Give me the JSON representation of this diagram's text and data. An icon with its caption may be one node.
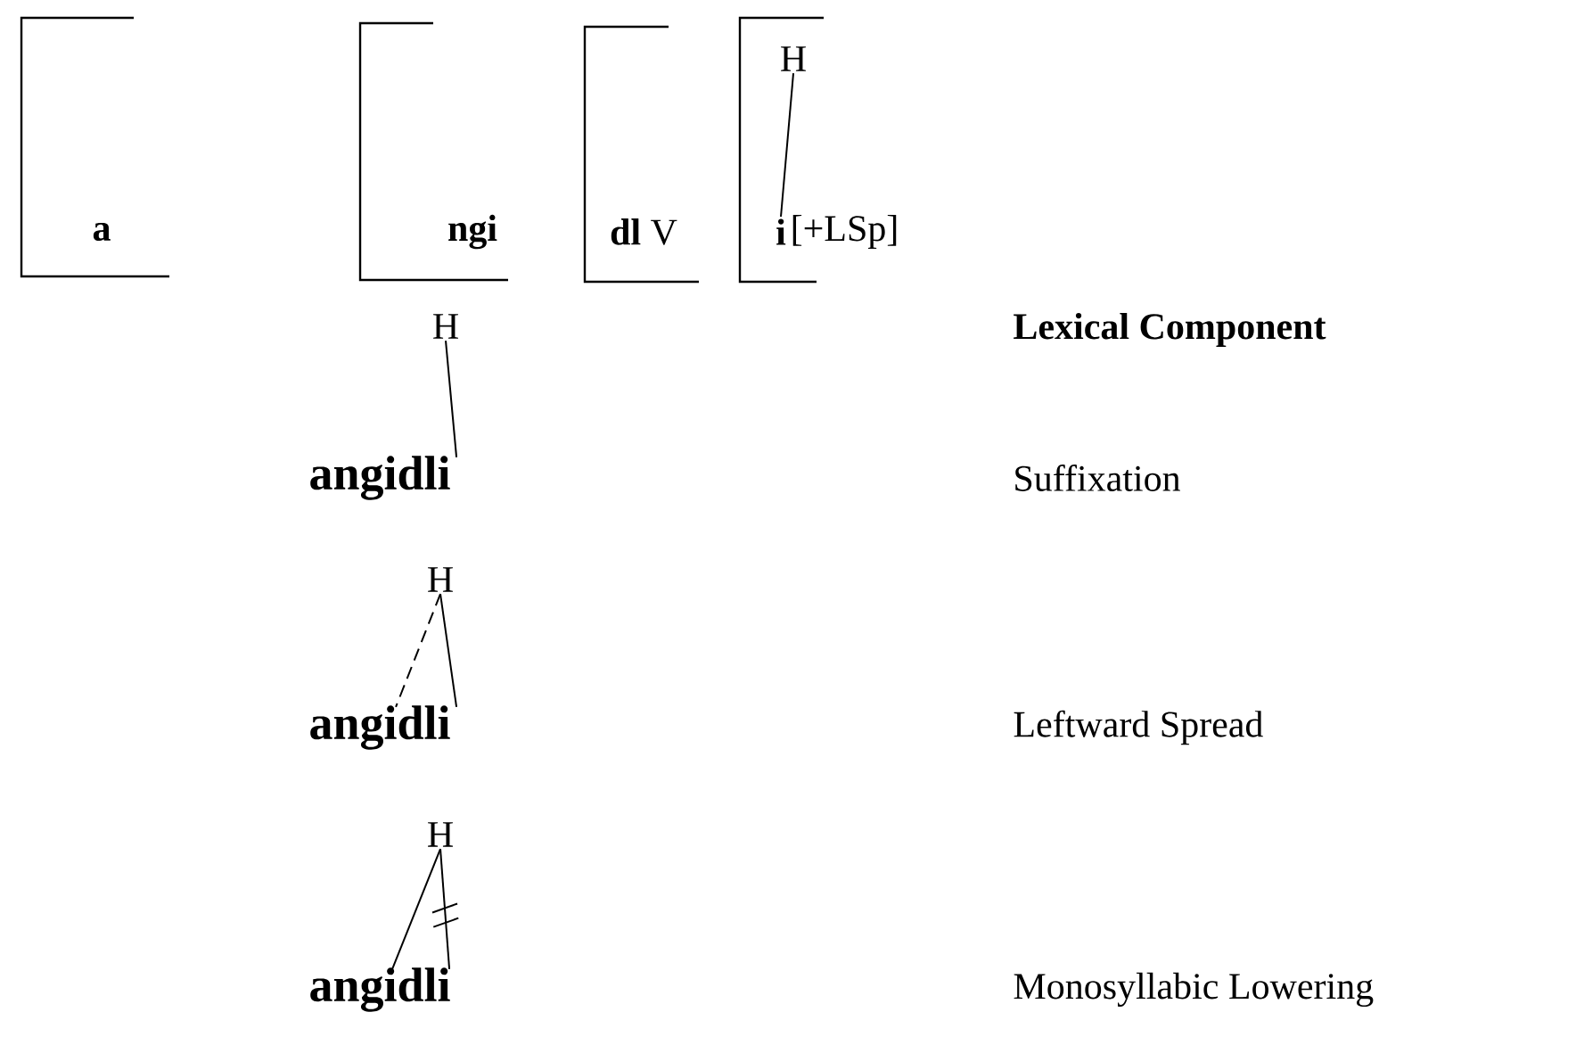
{
  "diagram": {
    "nodes": [
      {
        "text": [
          "a"
        ]
      },
      {
        "text": [
          "ngi"
        ]
      },
      {
        "text": [
          "**dl** V"
        ]
      },
      {
        "text": [
          "i"
        ],
        "beside": [
          "[+LSp]"
        ]
      },
      {
        "text": [
          "H"
        ],
        "in": 3
      },
      {
        "text": [
          "H"
        ]
      },
      {
        "text": [
          "angidli"
        ]
      },
      {
        "text": [
          "H"
        ]
      },
      {
        "text": [
          "angidli"
        ]
      },
      {
        "text": [
          "H"
        ]
      },
      {
        "text": [
          "angidli"
        ]
      }
    ],
    "edges": [
      {
        "from": 4,
        "to": 3,
        "arrow": "none"
      },
      {
        "from": 5,
        "to": 6,
        "arrow": "none"
      },
      {
        "from": 7,
        "to": 8,
        "arrow": "none",
        "style": "dashed"
      },
      {
        "from": 7,
        "to": 8,
        "arrow": "none"
      },
      {
        "from": 9,
        "to": 10,
        "arrow": "none"
      },
      {
        "from": 9,
        "to": 10,
        "arrow": "none"
      }
    ],
    "labels": [
      "Lexical Component",
      "Suffixation",
      "Leftward Spread",
      "Monosyllabic Lowering"
    ]
  }
}
